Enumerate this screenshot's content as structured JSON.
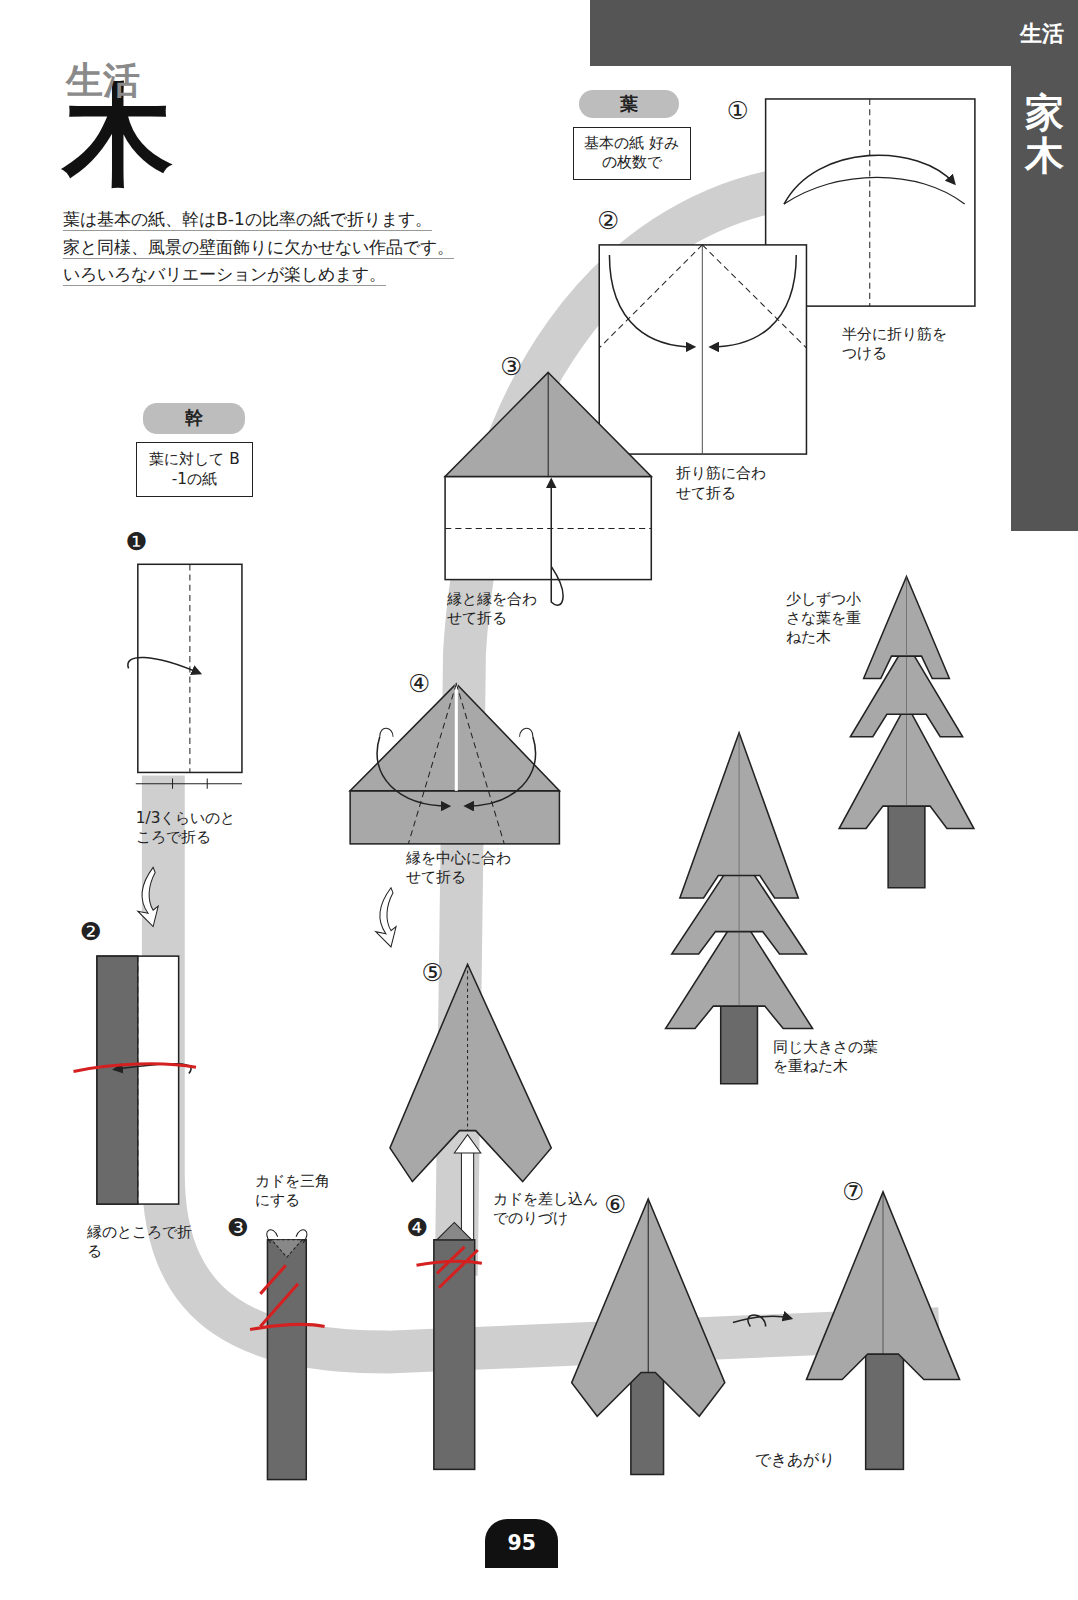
{
  "diagram": {
    "title": "木",
    "nodes": [
      {
        "text": [
          "生活"
        ]
      },
      {
        "text": [
          "家木"
        ]
      },
      {
        "text": [
          "葉"
        ]
      },
      {
        "text": [
          "基本の紙 好みの枚数で"
        ]
      },
      {
        "text": [
          "幹"
        ]
      },
      {
        "text": [
          "葉に対して B-1の紙"
        ]
      },
      {
        "text": [
          "95"
        ]
      }
    ],
    "labels": [
      "生活",
      "葉は基本の紙、幹はB-1の比率の紙で折ります。",
      "家と同様、風景の壁面飾りに欠かせない作品です。",
      "いろいろなバリエーションが楽しめます。",
      "①",
      "半分に折り筋をつける",
      "②",
      "折り筋に合わせて折る",
      "③",
      "縁と縁を合わせて折る",
      "④",
      "縁を中心に合わせて折る",
      "⑤",
      "⑥",
      "⑦",
      "できあがり",
      "少しずつ小さな葉を重ねた木",
      "同じ大きさの葉を重ねた木",
      "❶",
      "1/3くらいのところで折る",
      "❷",
      "縁のところで折る",
      "❸",
      "カドを三角にする",
      "❹",
      "カドを差し込んでのりづけ"
    ]
  }
}
